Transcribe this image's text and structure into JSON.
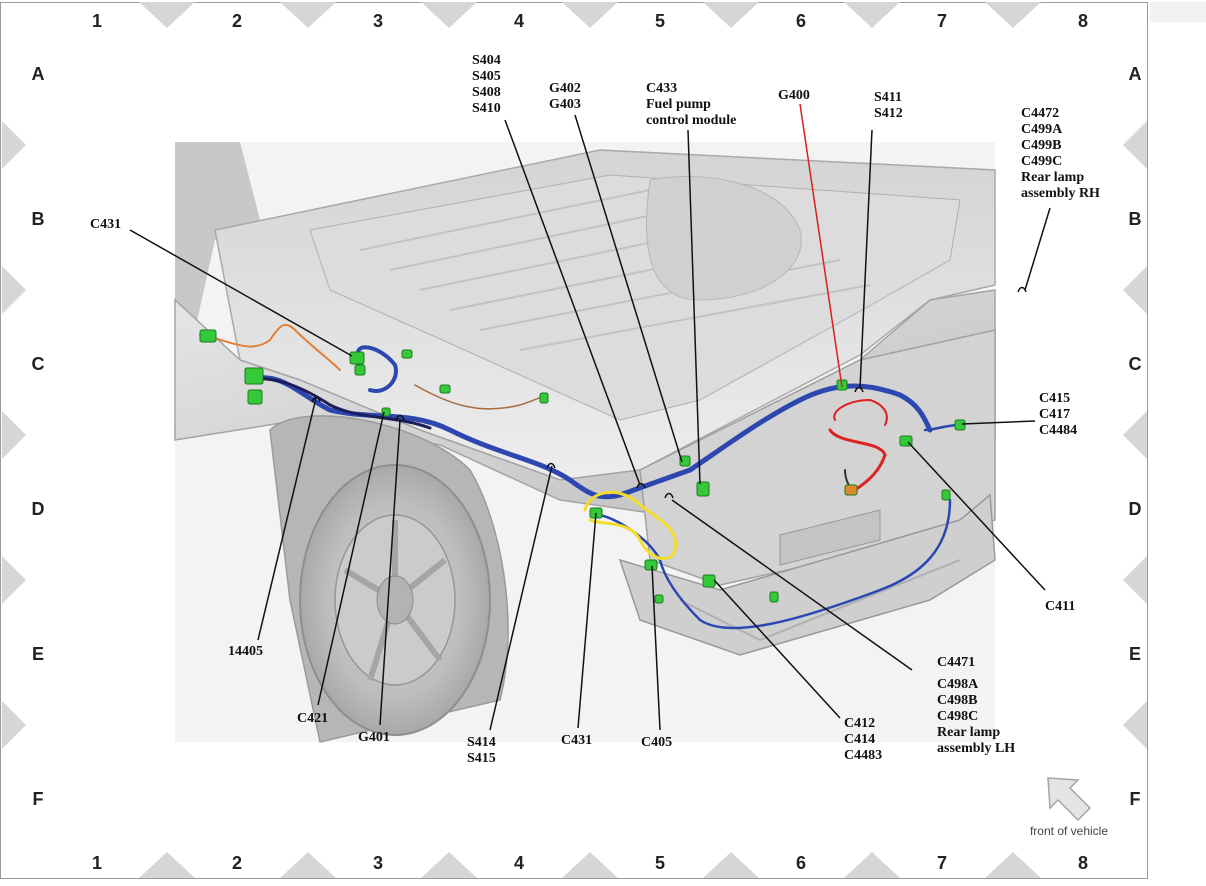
{
  "grid": {
    "columns": [
      "1",
      "2",
      "3",
      "4",
      "5",
      "6",
      "7",
      "8"
    ],
    "rows": [
      "A",
      "B",
      "C",
      "D",
      "E",
      "F"
    ]
  },
  "callouts": [
    {
      "id": "c431-top",
      "lines": [
        "C431"
      ],
      "color": "#111111"
    },
    {
      "id": "s404",
      "lines": [
        "S404",
        "S405",
        "S408",
        "S410"
      ],
      "color": "#111111"
    },
    {
      "id": "g402",
      "lines": [
        "G402",
        "G403"
      ],
      "color": "#111111"
    },
    {
      "id": "c433",
      "lines": [
        "C433",
        "Fuel pump",
        "control module"
      ],
      "color": "#111111"
    },
    {
      "id": "g400",
      "lines": [
        "G400"
      ],
      "color": "#d8231b"
    },
    {
      "id": "s411",
      "lines": [
        "S411",
        "S412"
      ],
      "color": "#111111"
    },
    {
      "id": "c4472",
      "lines": [
        "C4472",
        "C499A",
        "C499B",
        "C499C",
        "Rear lamp",
        "assembly RH"
      ],
      "color": "#111111"
    },
    {
      "id": "c415",
      "lines": [
        "C415",
        "C417",
        "C4484"
      ],
      "color": "#111111"
    },
    {
      "id": "c411",
      "lines": [
        "C411"
      ],
      "color": "#111111"
    },
    {
      "id": "c4471",
      "lines": [
        "C4471",
        "C498A",
        "C498B",
        "C498C",
        "Rear lamp",
        "assembly LH"
      ],
      "color": "#111111"
    },
    {
      "id": "c412",
      "lines": [
        "C412",
        "C414",
        "C4483"
      ],
      "color": "#111111"
    },
    {
      "id": "c405",
      "lines": [
        "C405"
      ],
      "color": "#111111"
    },
    {
      "id": "c431-bottom",
      "lines": [
        "C431"
      ],
      "color": "#111111"
    },
    {
      "id": "s414",
      "lines": [
        "S414",
        "S415"
      ],
      "color": "#111111"
    },
    {
      "id": "g401",
      "lines": [
        "G401"
      ],
      "color": "#111111"
    },
    {
      "id": "c421",
      "lines": [
        "C421"
      ],
      "color": "#111111"
    },
    {
      "id": "14405",
      "lines": [
        "14405"
      ],
      "color": "#111111"
    }
  ],
  "orientation": {
    "label": "front of vehicle",
    "icon": "arrow-up-left-icon"
  },
  "colors": {
    "harness": "#2c47b0",
    "connector": "#35c93a",
    "ground_callout": "#d8231b",
    "yellow_wire": "#f2dd2a",
    "orange_wire": "#e0803a",
    "red_wire": "#dd2222"
  }
}
